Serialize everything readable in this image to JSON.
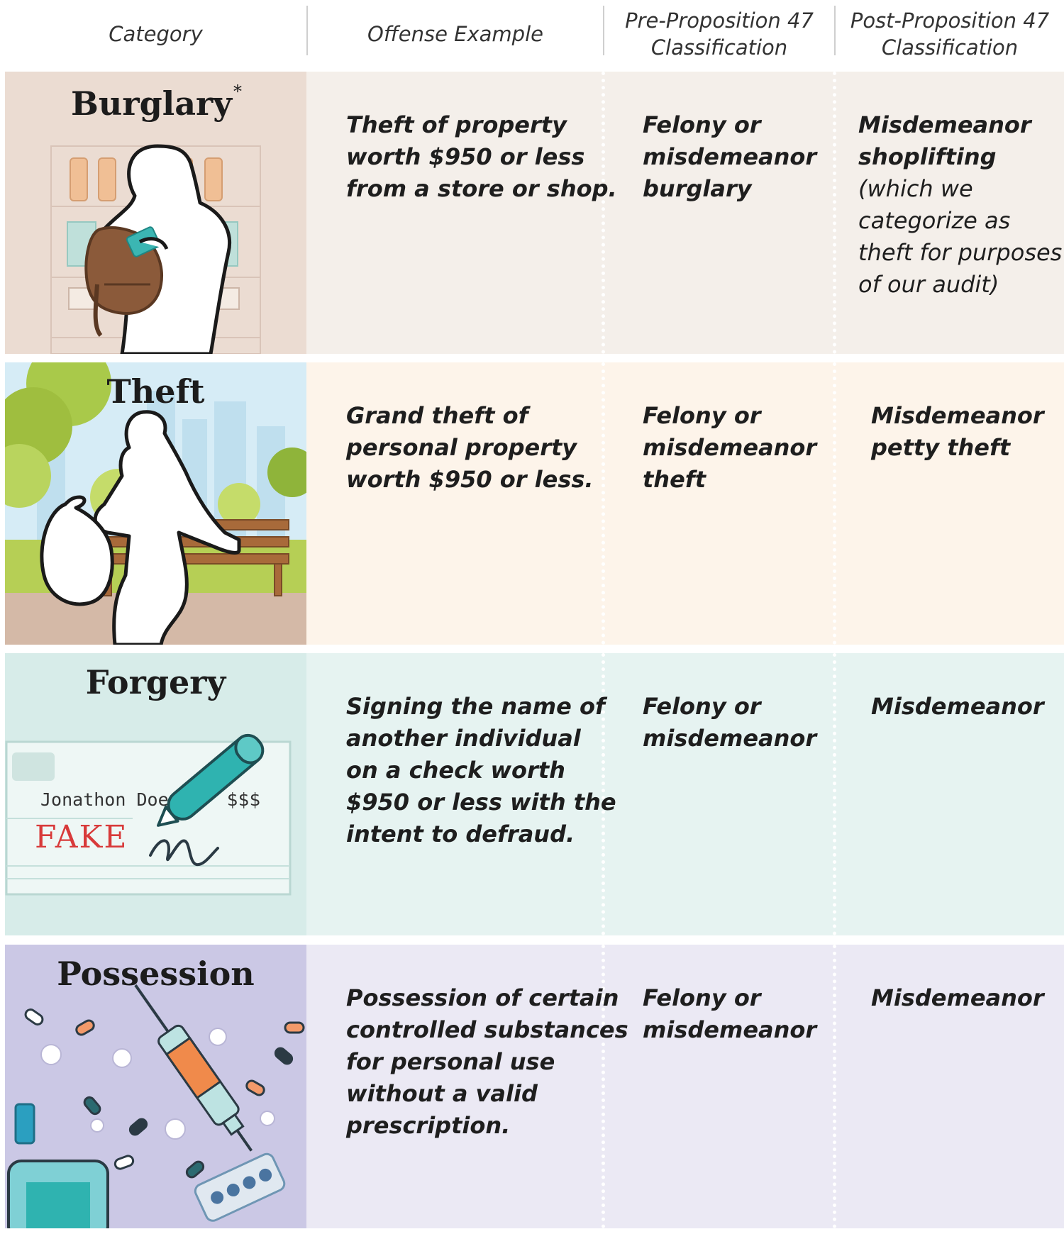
{
  "header": {
    "category": "Category",
    "offense_example": "Offense Example",
    "pre_line1": "Pre-Proposition 47",
    "pre_line2": "Classification",
    "post_line1": "Post-Proposition 47",
    "post_line2": "Classification"
  },
  "rows": {
    "burglary": {
      "title": "Burglary",
      "footnote_mark": "*",
      "offense": [
        "Theft of property",
        "worth $950 or less",
        "from a store or shop."
      ],
      "pre": [
        "Felony or",
        "misdemeanor",
        "burglary"
      ],
      "post_bold": [
        "Misdemeanor",
        "shoplifting"
      ],
      "post_normal": [
        "(which we",
        "categorize as",
        "theft for purposes",
        "of our audit)"
      ]
    },
    "theft": {
      "title": "Theft",
      "offense": [
        "Grand theft of",
        "personal property",
        "worth $950 or less."
      ],
      "pre": [
        "Felony or",
        "misdemeanor",
        "theft"
      ],
      "post": [
        "Misdemeanor",
        "petty theft"
      ]
    },
    "forgery": {
      "title": "Forgery",
      "offense": [
        "Signing the name of",
        "another individual",
        "on a check worth",
        "$950 or less with the",
        "intent to defraud."
      ],
      "pre": [
        "Felony or",
        "misdemeanor"
      ],
      "post": [
        "Misdemeanor"
      ],
      "check_name": "Jonathon Doe",
      "check_amount": "$$$",
      "check_stamp": "FAKE"
    },
    "possession": {
      "title": "Possession",
      "offense": [
        "Possession of certain",
        "controlled substances",
        "for personal use",
        "without a valid",
        "prescription."
      ],
      "pre": [
        "Felony or",
        "misdemeanor"
      ],
      "post": [
        "Misdemeanor"
      ]
    }
  },
  "colors": {
    "burglary_text_bg": "#f4efea",
    "burglary_img_bg": "#ebdcd2",
    "theft_text_bg": "#fdf4ea",
    "forgery_text_bg": "#e6f3f1",
    "forgery_img_bg": "#d7ece9",
    "possession_text_bg": "#ebe9f4",
    "possession_img_bg": "#cbc8e5",
    "pen_teal": "#2fb3b0",
    "stamp_red": "#d83a3a"
  },
  "icons": {
    "burglary": "shoplifter-with-backpack-icon",
    "theft": "thief-running-with-bag-icon",
    "forgery": "forged-check-with-pen-icon",
    "possession": "pills-and-syringe-icon"
  }
}
